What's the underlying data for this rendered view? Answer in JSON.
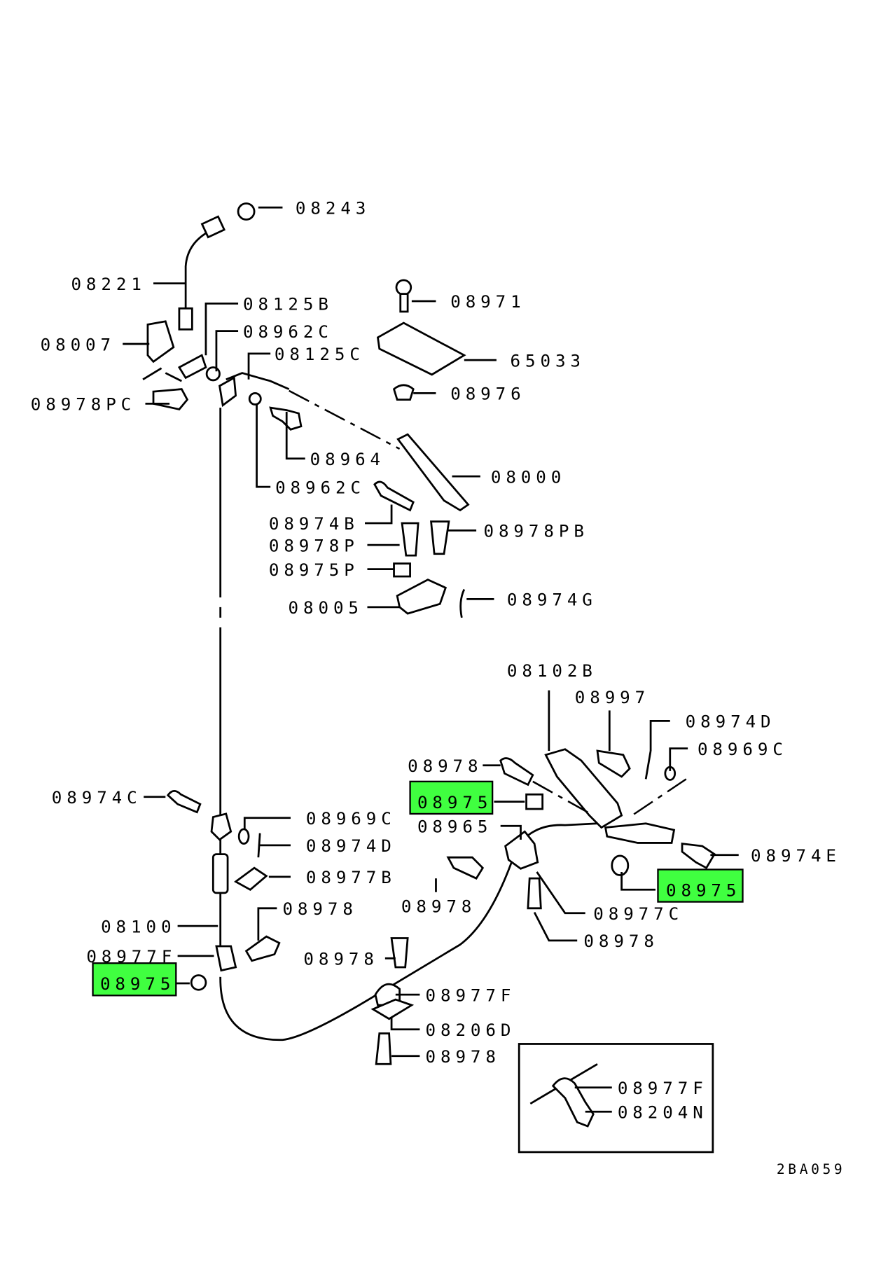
{
  "diagram_code": "2BA059",
  "highlight_color": "#40ff40",
  "labels": [
    {
      "text": "08243"
    },
    {
      "text": "08221"
    },
    {
      "text": "08125B"
    },
    {
      "text": "08962C"
    },
    {
      "text": "08125C"
    },
    {
      "text": "08007"
    },
    {
      "text": "08978PC"
    },
    {
      "text": "08971"
    },
    {
      "text": "65033"
    },
    {
      "text": "08976"
    },
    {
      "text": "08964"
    },
    {
      "text": "08962C"
    },
    {
      "text": "08000"
    },
    {
      "text": "08974B"
    },
    {
      "text": "08978P"
    },
    {
      "text": "08978PB"
    },
    {
      "text": "08975P"
    },
    {
      "text": "08005"
    },
    {
      "text": "08974G"
    },
    {
      "text": "08102B"
    },
    {
      "text": "08997"
    },
    {
      "text": "08974D"
    },
    {
      "text": "08969C"
    },
    {
      "text": "08978"
    },
    {
      "text": "08975",
      "highlighted": true
    },
    {
      "text": "08965"
    },
    {
      "text": "08974C"
    },
    {
      "text": "08969C"
    },
    {
      "text": "08974D"
    },
    {
      "text": "08977B"
    },
    {
      "text": "08974E"
    },
    {
      "text": "08975",
      "highlighted": true
    },
    {
      "text": "08978"
    },
    {
      "text": "08977C"
    },
    {
      "text": "08978"
    },
    {
      "text": "08100"
    },
    {
      "text": "08978"
    },
    {
      "text": "08977F"
    },
    {
      "text": "08975",
      "highlighted": true
    },
    {
      "text": "08978"
    },
    {
      "text": "08977F"
    },
    {
      "text": "08206D"
    },
    {
      "text": "08978"
    },
    {
      "text": "08977F"
    },
    {
      "text": "08204N"
    }
  ]
}
